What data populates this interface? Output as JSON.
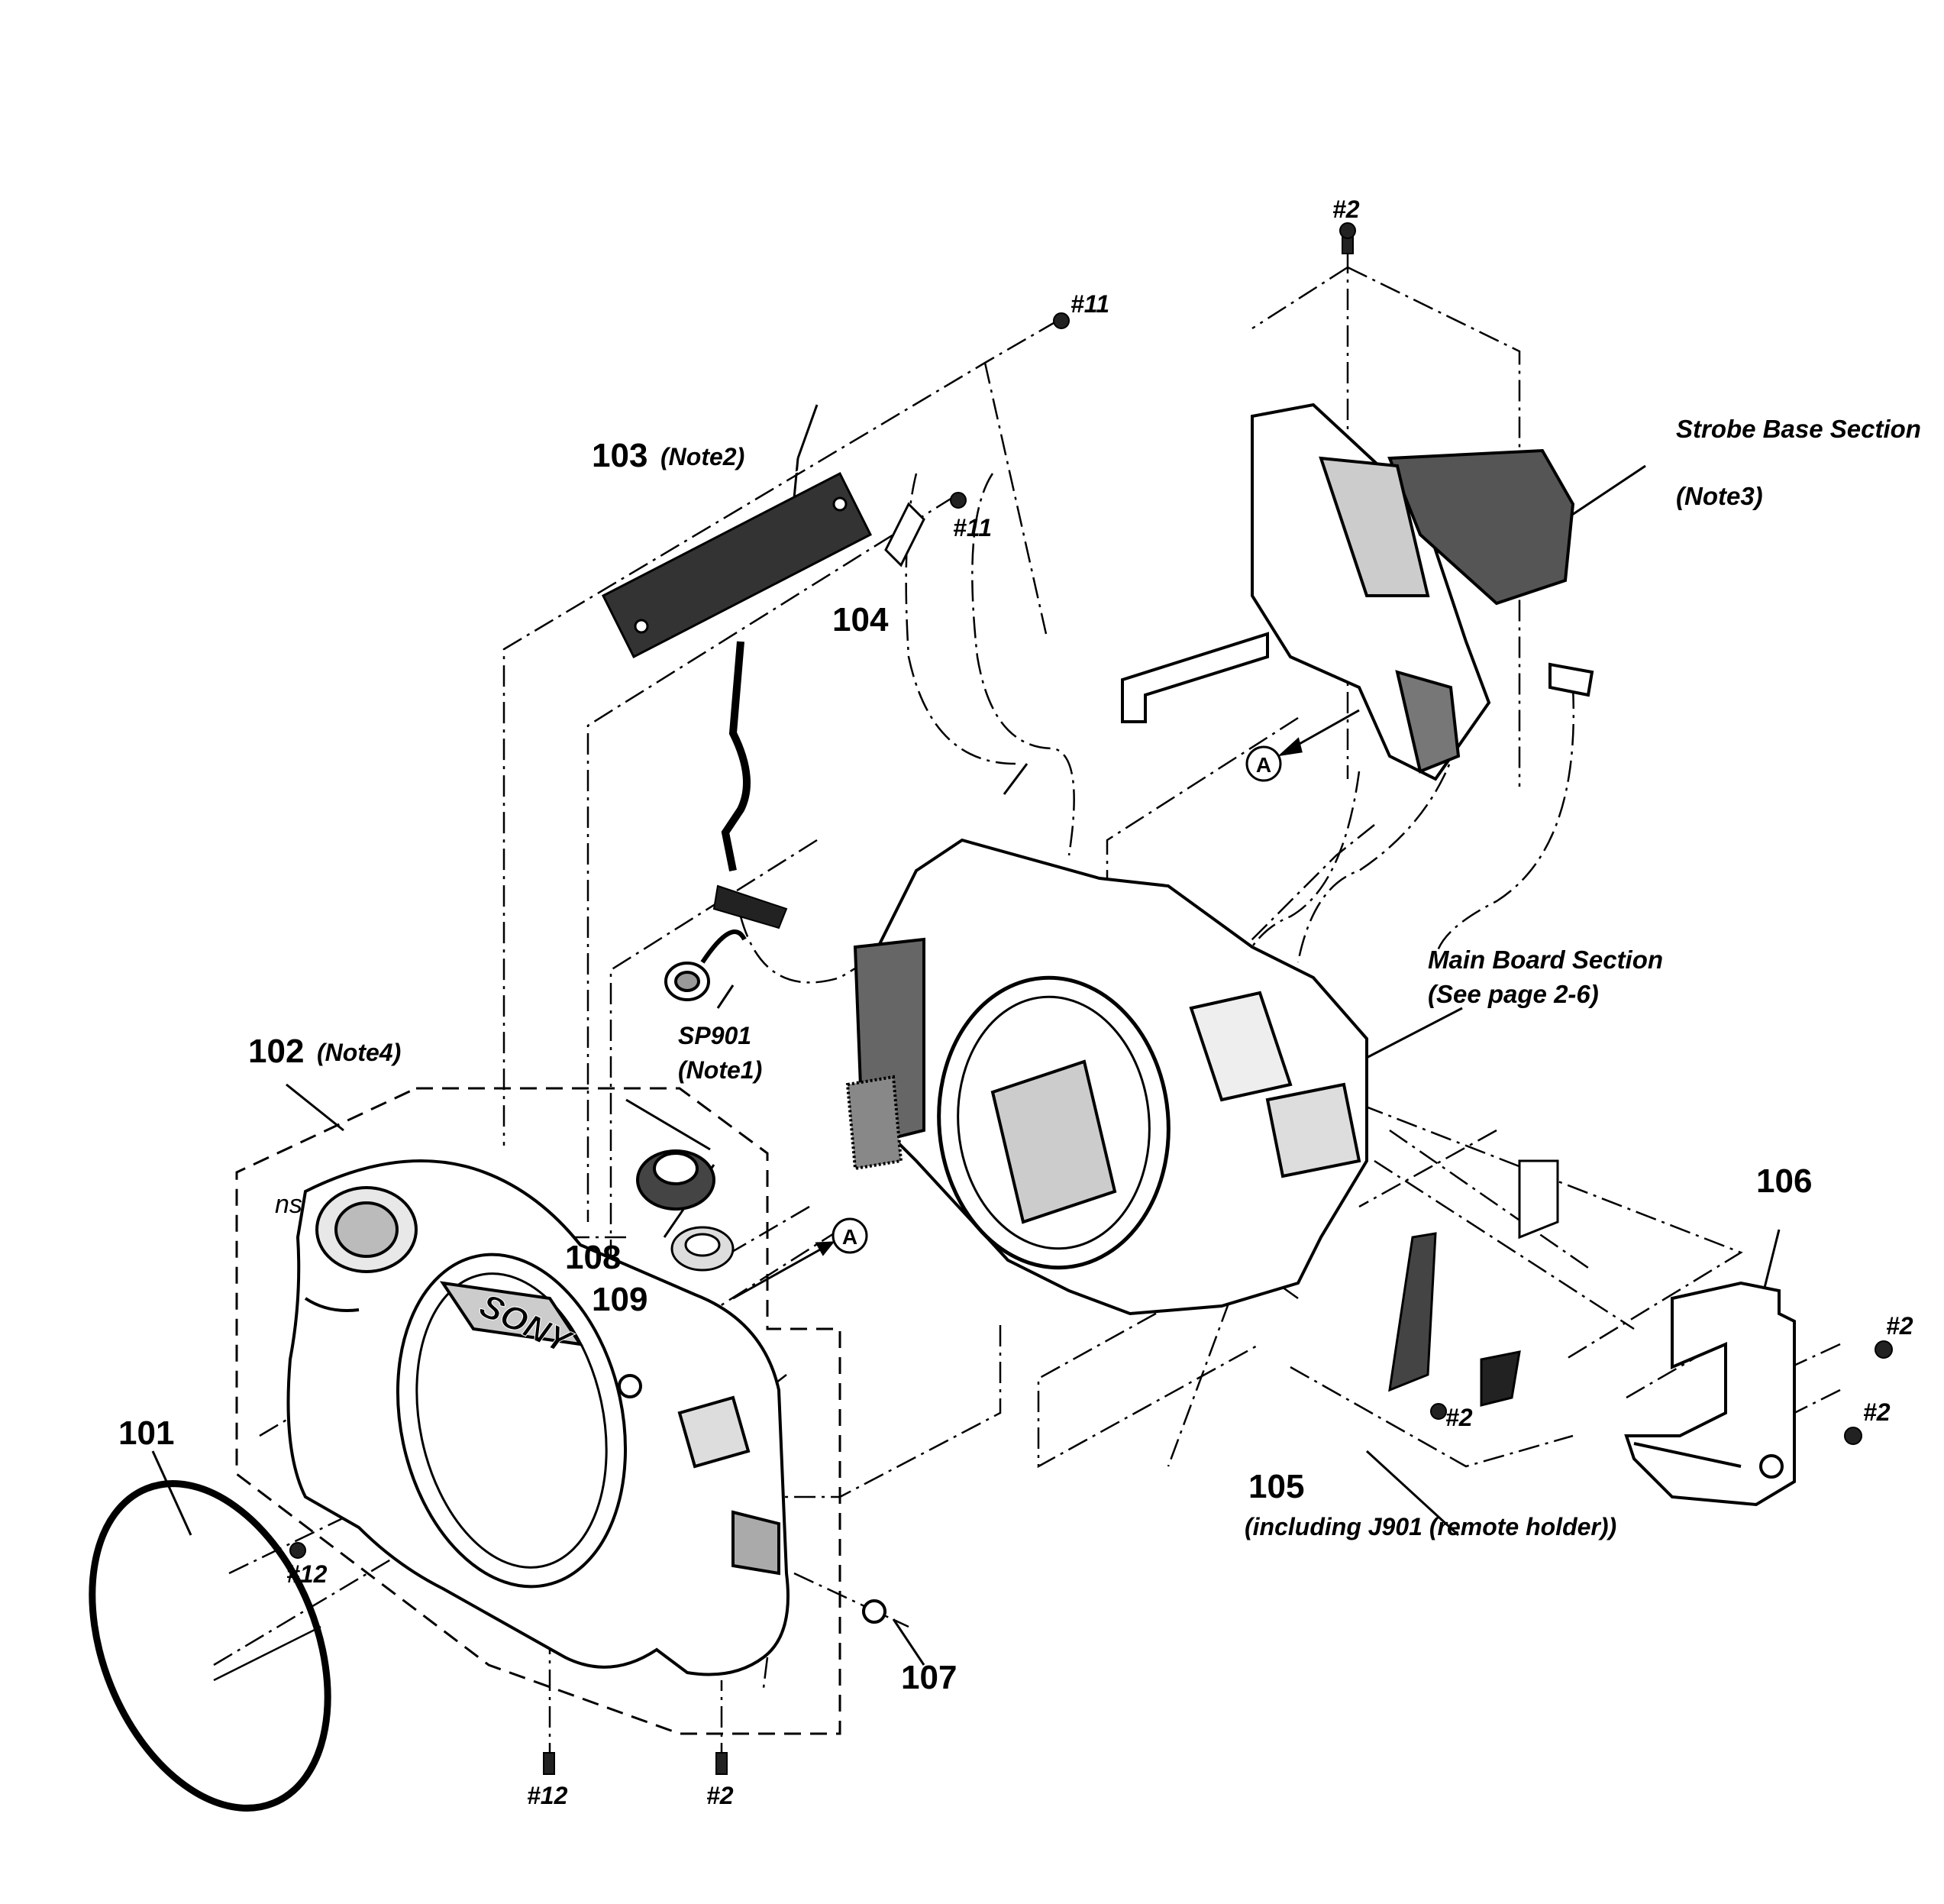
{
  "parts": {
    "p101": "101",
    "p102": "102",
    "p102_note": "(Note4)",
    "p103": "103",
    "p103_note": "(Note2)",
    "p104": "104",
    "p105": "105",
    "p105_desc": "(including J901 (remote holder))",
    "p106": "106",
    "p107": "107",
    "p108": "108",
    "p109": "109",
    "sp901": "SP901",
    "sp901_note": "(Note1)"
  },
  "screws": {
    "s2": "#2",
    "s11": "#11",
    "s12": "#12"
  },
  "sections": {
    "strobe_title": "Strobe Base Section",
    "strobe_note": "(Note3)",
    "mainboard_title": "Main Board Section",
    "mainboard_ref": "(See page 2-6)"
  },
  "markers": {
    "ref_a": "A",
    "ns": "ns",
    "brand": "SONY"
  }
}
